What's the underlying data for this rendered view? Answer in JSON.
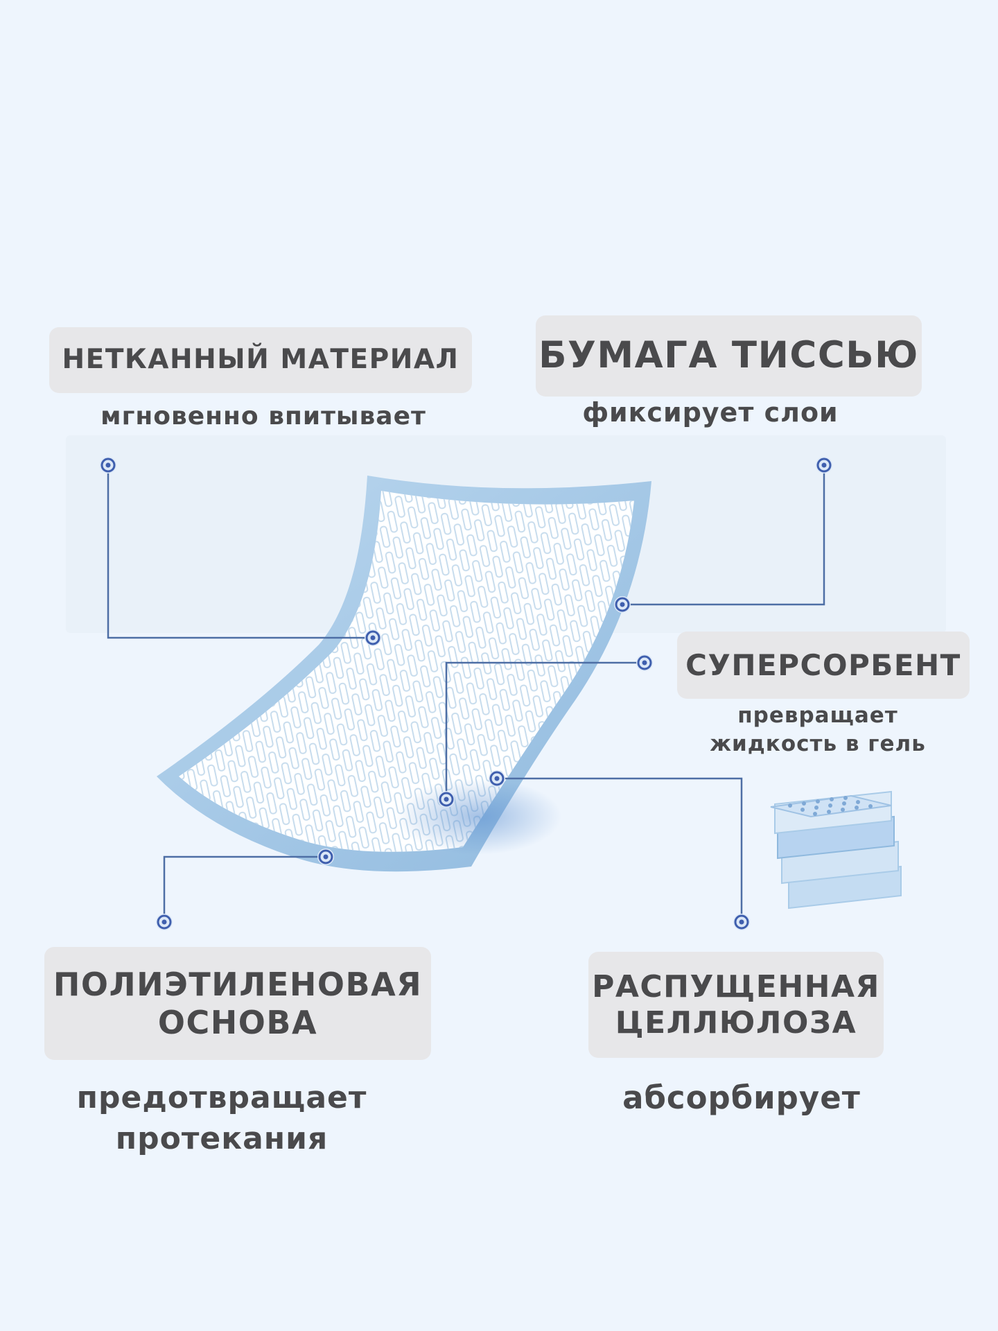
{
  "colors": {
    "background": "#eef5fd",
    "label_bg": "#e7e7e9",
    "text": "#4a4a4c",
    "leader_line": "#4d6ea5",
    "marker": "#3f5fae",
    "pad_edge": "#a9cbe8",
    "pad_surface": "#ffffff",
    "pad_pattern": "#c7dced"
  },
  "labels": {
    "nonwoven": {
      "title": "НЕТКАННЫЙ МАТЕРИАЛ",
      "desc": "мгновенно впитывает"
    },
    "tissue": {
      "title": "БУМАГА ТИССЬЮ",
      "desc": "фиксирует слои"
    },
    "superabsorbent": {
      "title": "СУПЕРСОРБЕНТ",
      "desc": "превращает\nжидкость в гель"
    },
    "polyethylene": {
      "title": "ПОЛИЭТИЛЕНОВАЯ\nОСНОВА",
      "desc": "предотвращает\nпротекания"
    },
    "cellulose": {
      "title": "РАСПУЩЕННАЯ\nЦЕЛЛЮЛОЗА",
      "desc": "абсорбирует"
    }
  },
  "icons": {
    "marker": "target-marker-icon",
    "layers": "layers-stack-icon"
  }
}
